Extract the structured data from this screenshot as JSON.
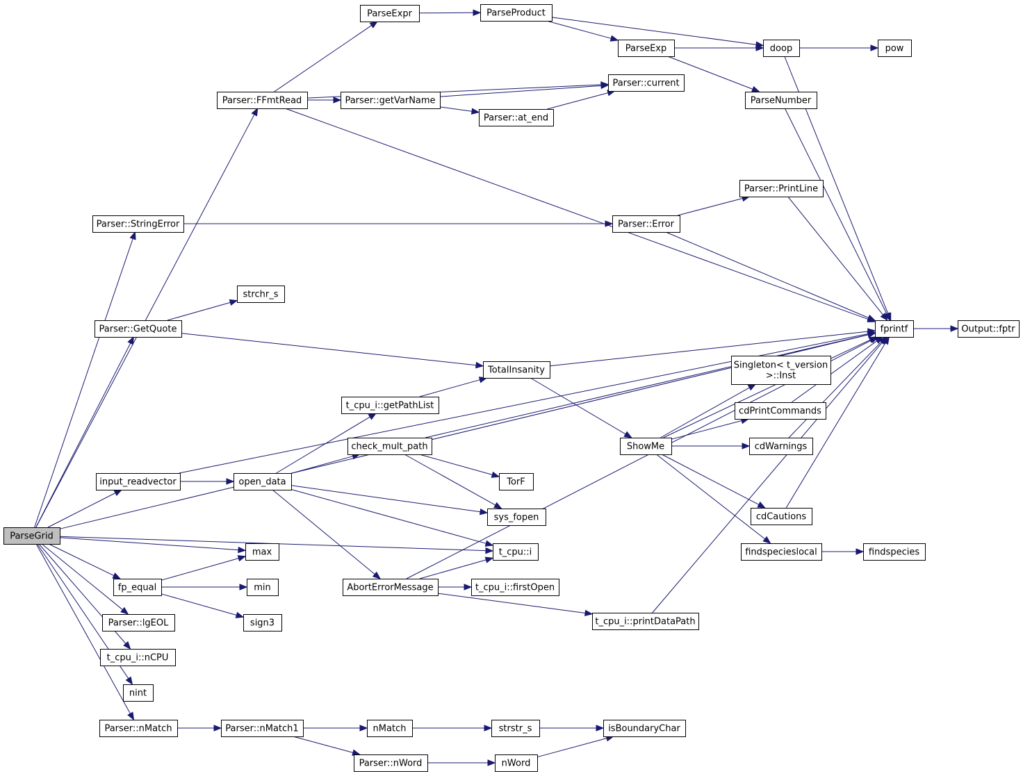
{
  "nodes": [
    {
      "id": "ParseGrid",
      "label": "ParseGrid",
      "root": true
    },
    {
      "id": "FFmtRead",
      "label": "Parser::FFmtRead"
    },
    {
      "id": "ParseExpr",
      "label": "ParseExpr"
    },
    {
      "id": "ParseProduct",
      "label": "ParseProduct"
    },
    {
      "id": "ParseExp",
      "label": "ParseExp"
    },
    {
      "id": "doop",
      "label": "doop"
    },
    {
      "id": "pow",
      "label": "pow",
      "truncated": true
    },
    {
      "id": "current",
      "label": "Parser::current"
    },
    {
      "id": "getVarName",
      "label": "Parser::getVarName"
    },
    {
      "id": "at_end",
      "label": "Parser::at_end"
    },
    {
      "id": "ParseNumber",
      "label": "ParseNumber"
    },
    {
      "id": "PrintLine",
      "label": "Parser::PrintLine"
    },
    {
      "id": "StringError",
      "label": "Parser::StringError"
    },
    {
      "id": "Error",
      "label": "Parser::Error"
    },
    {
      "id": "strchr_s",
      "label": "strchr_s"
    },
    {
      "id": "GetQuote",
      "label": "Parser::GetQuote"
    },
    {
      "id": "fprintf",
      "label": "fprintf"
    },
    {
      "id": "Output_fptr",
      "label": "Output::fptr"
    },
    {
      "id": "TotalInsanity",
      "label": "TotalInsanity"
    },
    {
      "id": "SingletonInst",
      "label": "Singleton< t_version\n>::Inst"
    },
    {
      "id": "getPathList",
      "label": "t_cpu_i::getPathList"
    },
    {
      "id": "cdPrintCommands",
      "label": "cdPrintCommands"
    },
    {
      "id": "check_mult_path",
      "label": "check_mult_path"
    },
    {
      "id": "ShowMe",
      "label": "ShowMe"
    },
    {
      "id": "cdWarnings",
      "label": "cdWarnings"
    },
    {
      "id": "input_readvector",
      "label": "input_readvector"
    },
    {
      "id": "open_data",
      "label": "open_data"
    },
    {
      "id": "TorF",
      "label": "TorF"
    },
    {
      "id": "sys_fopen",
      "label": "sys_fopen"
    },
    {
      "id": "cdCautions",
      "label": "cdCautions"
    },
    {
      "id": "max",
      "label": "max"
    },
    {
      "id": "t_cpu_i",
      "label": "t_cpu::i"
    },
    {
      "id": "findspecieslocal",
      "label": "findspecieslocal"
    },
    {
      "id": "findspecies",
      "label": "findspecies"
    },
    {
      "id": "fp_equal",
      "label": "fp_equal"
    },
    {
      "id": "min",
      "label": "min"
    },
    {
      "id": "AbortErrorMessage",
      "label": "AbortErrorMessage"
    },
    {
      "id": "firstOpen",
      "label": "t_cpu_i::firstOpen"
    },
    {
      "id": "lgEOL",
      "label": "Parser::lgEOL"
    },
    {
      "id": "sign3",
      "label": "sign3"
    },
    {
      "id": "printDataPath",
      "label": "t_cpu_i::printDataPath"
    },
    {
      "id": "nCPU",
      "label": "t_cpu_i::nCPU"
    },
    {
      "id": "nint",
      "label": "nint"
    },
    {
      "id": "nMatch_P",
      "label": "Parser::nMatch"
    },
    {
      "id": "nMatch1",
      "label": "Parser::nMatch1"
    },
    {
      "id": "nMatch",
      "label": "nMatch"
    },
    {
      "id": "strstr_s",
      "label": "strstr_s"
    },
    {
      "id": "isBoundaryChar",
      "label": "isBoundaryChar"
    },
    {
      "id": "nWord_P",
      "label": "Parser::nWord"
    },
    {
      "id": "nWord",
      "label": "nWord"
    }
  ],
  "edges": [
    [
      "ParseGrid",
      "FFmtRead"
    ],
    [
      "ParseGrid",
      "StringError"
    ],
    [
      "ParseGrid",
      "fprintf"
    ],
    [
      "ParseGrid",
      "GetQuote"
    ],
    [
      "ParseGrid",
      "input_readvector"
    ],
    [
      "ParseGrid",
      "max"
    ],
    [
      "ParseGrid",
      "t_cpu_i"
    ],
    [
      "ParseGrid",
      "fp_equal"
    ],
    [
      "ParseGrid",
      "lgEOL"
    ],
    [
      "ParseGrid",
      "nCPU"
    ],
    [
      "ParseGrid",
      "nint"
    ],
    [
      "ParseGrid",
      "nMatch_P"
    ],
    [
      "FFmtRead",
      "ParseExpr"
    ],
    [
      "FFmtRead",
      "current"
    ],
    [
      "FFmtRead",
      "getVarName"
    ],
    [
      "FFmtRead",
      "fprintf"
    ],
    [
      "ParseExpr",
      "ParseProduct"
    ],
    [
      "ParseProduct",
      "doop"
    ],
    [
      "ParseProduct",
      "ParseExp"
    ],
    [
      "ParseExp",
      "doop"
    ],
    [
      "ParseExp",
      "ParseNumber"
    ],
    [
      "doop",
      "pow"
    ],
    [
      "doop",
      "fprintf"
    ],
    [
      "getVarName",
      "current"
    ],
    [
      "getVarName",
      "at_end"
    ],
    [
      "at_end",
      "current"
    ],
    [
      "ParseNumber",
      "fprintf"
    ],
    [
      "StringError",
      "Error"
    ],
    [
      "Error",
      "PrintLine"
    ],
    [
      "Error",
      "fprintf"
    ],
    [
      "PrintLine",
      "fprintf"
    ],
    [
      "GetQuote",
      "strchr_s"
    ],
    [
      "GetQuote",
      "TotalInsanity"
    ],
    [
      "fprintf",
      "Output_fptr"
    ],
    [
      "TotalInsanity",
      "fprintf"
    ],
    [
      "TotalInsanity",
      "ShowMe"
    ],
    [
      "ShowMe",
      "SingletonInst"
    ],
    [
      "ShowMe",
      "cdPrintCommands"
    ],
    [
      "ShowMe",
      "cdWarnings"
    ],
    [
      "ShowMe",
      "fprintf"
    ],
    [
      "ShowMe",
      "cdCautions"
    ],
    [
      "ShowMe",
      "findspecieslocal"
    ],
    [
      "cdPrintCommands",
      "fprintf"
    ],
    [
      "cdWarnings",
      "fprintf"
    ],
    [
      "cdCautions",
      "fprintf"
    ],
    [
      "findspecieslocal",
      "findspecies"
    ],
    [
      "input_readvector",
      "fprintf"
    ],
    [
      "input_readvector",
      "open_data"
    ],
    [
      "open_data",
      "getPathList"
    ],
    [
      "open_data",
      "check_mult_path"
    ],
    [
      "open_data",
      "sys_fopen"
    ],
    [
      "open_data",
      "t_cpu_i"
    ],
    [
      "open_data",
      "AbortErrorMessage"
    ],
    [
      "getPathList",
      "TotalInsanity"
    ],
    [
      "check_mult_path",
      "TorF"
    ],
    [
      "check_mult_path",
      "sys_fopen"
    ],
    [
      "check_mult_path",
      "fprintf"
    ],
    [
      "AbortErrorMessage",
      "t_cpu_i"
    ],
    [
      "AbortErrorMessage",
      "firstOpen"
    ],
    [
      "AbortErrorMessage",
      "printDataPath"
    ],
    [
      "AbortErrorMessage",
      "fprintf"
    ],
    [
      "printDataPath",
      "fprintf"
    ],
    [
      "fp_equal",
      "max"
    ],
    [
      "fp_equal",
      "min"
    ],
    [
      "fp_equal",
      "sign3"
    ],
    [
      "nMatch_P",
      "nMatch1"
    ],
    [
      "nMatch1",
      "isBoundaryChar"
    ],
    [
      "nMatch1",
      "nMatch"
    ],
    [
      "nMatch1",
      "nWord_P"
    ],
    [
      "nMatch",
      "strstr_s"
    ],
    [
      "nWord_P",
      "nWord"
    ],
    [
      "nWord",
      "isBoundaryChar"
    ]
  ],
  "colors": {
    "edge": "#191970",
    "root_fill": "#bfbfbf",
    "truncated_border": "#ff0000",
    "node_fill": "#ffffff"
  }
}
